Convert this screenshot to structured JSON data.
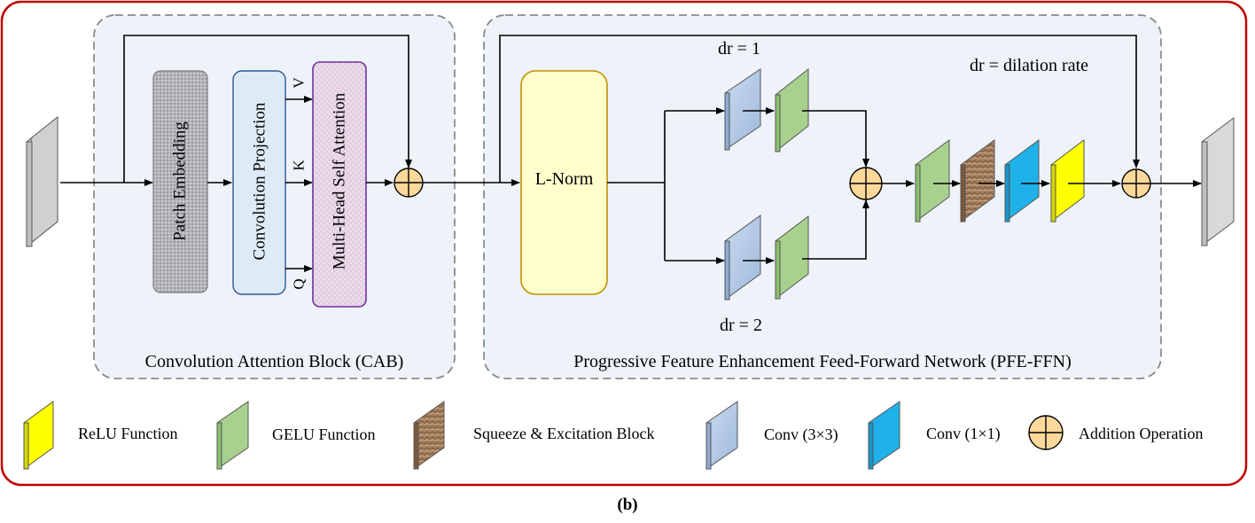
{
  "diagram": {
    "caption": "(b)",
    "cab": {
      "title": "Convolution Attention Block (CAB)",
      "patch_embedding": "Patch Embedding",
      "conv_projection": "Convolution Projection",
      "mhsa": "Multi-Head Self Attention",
      "v": "V",
      "k": "K",
      "q": "Q"
    },
    "pfe": {
      "title": "Progressive Feature Enhancement Feed-Forward Network (PFE-FFN)",
      "lnorm": "L-Norm",
      "dr1": "dr = 1",
      "dr2": "dr = 2",
      "dr_note": "dr = dilation rate"
    },
    "legend": [
      {
        "label": "ReLU Function",
        "color": "#ffff00"
      },
      {
        "label": "GELU Function",
        "color": "#a9d18e"
      },
      {
        "label": "Squeeze & Excitation Block",
        "color": "#a0785a"
      },
      {
        "label": "Conv (3×3)",
        "color": "#adc6e5"
      },
      {
        "label": "Conv (1×1)",
        "color": "#1fb2ea"
      },
      {
        "label": "Addition Operation",
        "color": "#fcd89a"
      }
    ],
    "colors": {
      "frame": "#c00000",
      "panel_bg": "#eef3f9",
      "panel_border": "#8c8c8c",
      "patch_embedding": "#b3b3b9",
      "conv_projection": "#deebf7",
      "mhsa": "#eadcea",
      "lnorm": "#ffffcc"
    }
  }
}
